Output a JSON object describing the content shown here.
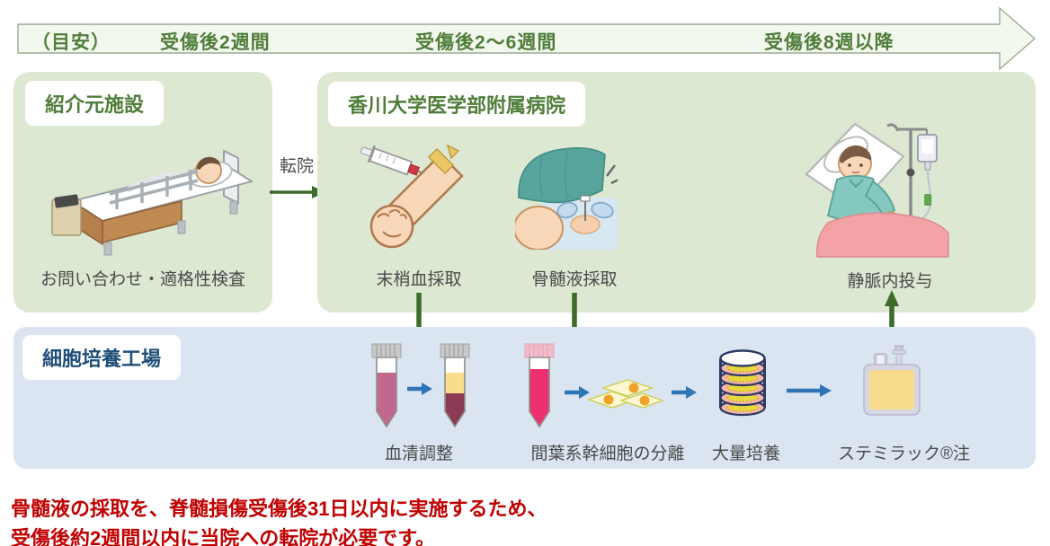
{
  "banner": {
    "guide": "（目安）",
    "stage1": "受傷後2週間",
    "stage2": "受傷後2～6週間",
    "stage3": "受傷後8週以降"
  },
  "referral": {
    "label": "紹介元施設",
    "caption": "お問い合わせ・適格性検査"
  },
  "transfer": {
    "label": "転院"
  },
  "hospital": {
    "label": "香川大学医学部附属病院",
    "step1": "末梢血採取",
    "step2": "骨髄液採取",
    "step3": "静脈内投与"
  },
  "factory": {
    "label": "細胞培養工場",
    "step1": "血清調整",
    "step2": "間葉系幹細胞の分離",
    "step3": "大量培養",
    "step4": "ステミラック®注"
  },
  "note": {
    "line1": "骨髄液の採取を、脊髄損傷受傷後31日以内に実施するため、",
    "line2": "受傷後約2週間以内に当院への転院が必要です。"
  },
  "colors": {
    "accent_green": "#507d3a",
    "box_green": "#dce8d2",
    "box_blue": "#dbe5f1",
    "accent_navy": "#1f4e79",
    "arrow_green": "#3d6b2a",
    "arrow_blue": "#2e75b6",
    "note_red": "#c00000"
  }
}
